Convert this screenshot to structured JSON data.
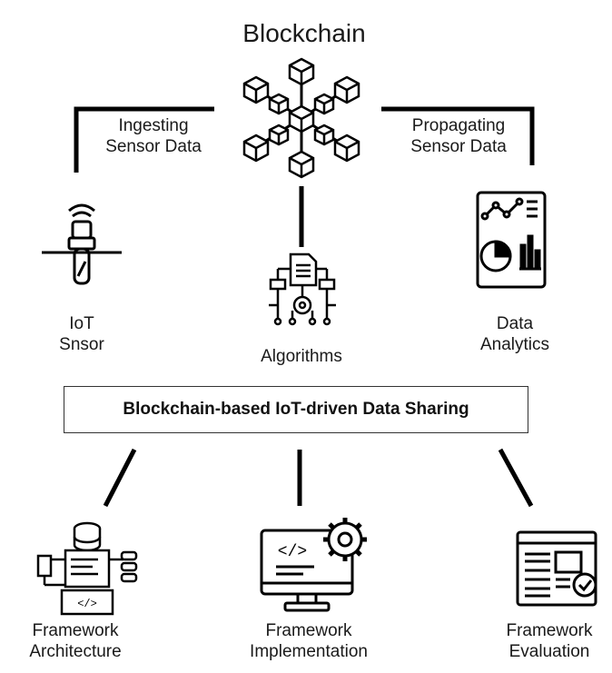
{
  "title": "Blockchain",
  "edges": {
    "left": "Ingesting\nSensor Data",
    "right": "Propagating\nSensor Data"
  },
  "nodes": {
    "iot": "IoT\nSnsor",
    "algorithms": "Algorithms",
    "analytics": "Data\nAnalytics"
  },
  "central_box": "Blockchain-based IoT-driven Data Sharing",
  "framework": {
    "architecture": "Framework\nArchitecture",
    "implementation": "Framework\nImplementation",
    "evaluation": "Framework\nEvaluation"
  },
  "icons": {
    "blockchain": "blockchain-cubes-icon",
    "iot": "iot-sensor-icon",
    "algorithms": "algorithm-flowchart-icon",
    "analytics": "data-analytics-icon",
    "architecture": "architecture-database-icon",
    "implementation": "monitor-code-gear-icon",
    "evaluation": "evaluation-window-check-icon"
  }
}
